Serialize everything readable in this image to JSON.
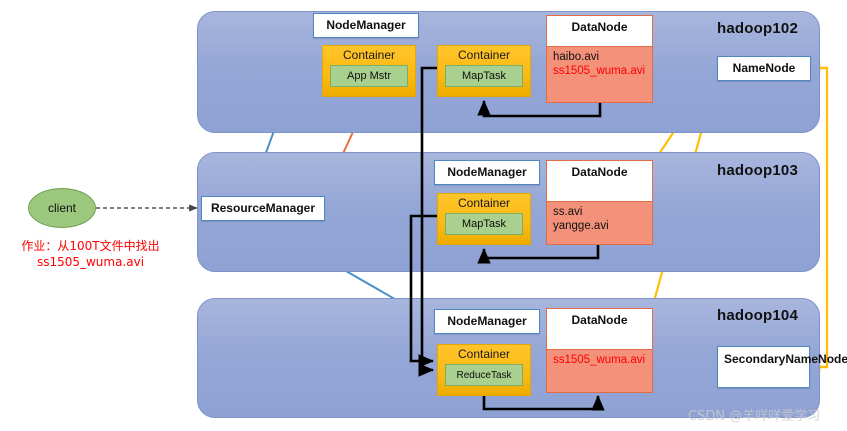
{
  "diagram": {
    "title": "Hadoop YARN and HDFS job execution architecture",
    "watermark": "CSDN @羊咩咩爱学习"
  },
  "client": {
    "label": "client",
    "job_note": "作业：从100T文件中找出\nss1505_wuma.avi"
  },
  "resource_manager": {
    "label": "ResourceManager"
  },
  "hosts": [
    {
      "name": "hadoop102",
      "node_manager": "NodeManager",
      "containers": [
        {
          "title": "Container",
          "task": "App Mstr"
        },
        {
          "title": "Container",
          "task": "MapTask"
        }
      ],
      "datanode": {
        "title": "DataNode",
        "files": [
          {
            "text": "haibo.avi",
            "highlight": false
          },
          {
            "text": "ss1505_wuma.avi",
            "highlight": true
          }
        ]
      },
      "extra_service": {
        "label": "NameNode"
      }
    },
    {
      "name": "hadoop103",
      "node_manager": "NodeManager",
      "containers": [
        {
          "title": "Container",
          "task": "MapTask"
        }
      ],
      "datanode": {
        "title": "DataNode",
        "files": [
          {
            "text": "ss.avi",
            "highlight": false
          },
          {
            "text": "yangge.avi",
            "highlight": false
          }
        ]
      },
      "extra_service": null
    },
    {
      "name": "hadoop104",
      "node_manager": "NodeManager",
      "containers": [
        {
          "title": "Container",
          "task": "ReduceTask"
        }
      ],
      "datanode": {
        "title": "DataNode",
        "files": [
          {
            "text": "ss1505_wuma.avi",
            "highlight": true
          }
        ]
      },
      "extra_service": {
        "label": "SecondaryNameNode"
      }
    }
  ],
  "colors": {
    "panel_blue": "#94a6d6",
    "container_amber": "#fcbb14",
    "task_green": "#a9d08e",
    "datanode_salmon": "#f4917a",
    "client_green": "#9cc87e",
    "arrow_blue": "#4a90c8",
    "arrow_orange": "#e8703a",
    "arrow_yellow": "#ffbf00",
    "arrow_black": "#000000",
    "highlight_red": "#ff0000"
  },
  "edges": [
    {
      "name": "client-to-resourcemanager",
      "style": "dashed",
      "color": "#555555",
      "direction": "one-way"
    },
    {
      "name": "resourcemanager-to-nodemanager-102",
      "style": "solid",
      "color": "#4a90c8",
      "direction": "two-way"
    },
    {
      "name": "resourcemanager-to-nodemanager-103",
      "style": "solid",
      "color": "#4a90c8",
      "direction": "two-way"
    },
    {
      "name": "resourcemanager-to-nodemanager-104",
      "style": "solid",
      "color": "#4a90c8",
      "direction": "two-way"
    },
    {
      "name": "appmstr-to-resourcemanager",
      "style": "solid",
      "color": "#e8703a",
      "direction": "two-way"
    },
    {
      "name": "datanode-102-to-namenode",
      "style": "solid",
      "color": "#ffbf00",
      "direction": "one-way"
    },
    {
      "name": "datanode-103-to-namenode",
      "style": "solid",
      "color": "#ffbf00",
      "direction": "one-way"
    },
    {
      "name": "datanode-104-to-namenode",
      "style": "solid",
      "color": "#ffbf00",
      "direction": "one-way"
    },
    {
      "name": "namenode-to-secondarynamenode",
      "style": "solid",
      "color": "#ffbf00",
      "direction": "two-way"
    },
    {
      "name": "datanode-102-to-maptask-102",
      "style": "solid",
      "color": "#000000",
      "direction": "one-way"
    },
    {
      "name": "datanode-103-to-maptask-103",
      "style": "solid",
      "color": "#000000",
      "direction": "one-way"
    },
    {
      "name": "maptask-102-to-reducetask-104",
      "style": "solid",
      "color": "#000000",
      "direction": "one-way"
    },
    {
      "name": "maptask-103-to-reducetask-104",
      "style": "solid",
      "color": "#000000",
      "direction": "one-way"
    },
    {
      "name": "reducetask-104-to-datanode-104",
      "style": "solid",
      "color": "#000000",
      "direction": "one-way"
    }
  ]
}
